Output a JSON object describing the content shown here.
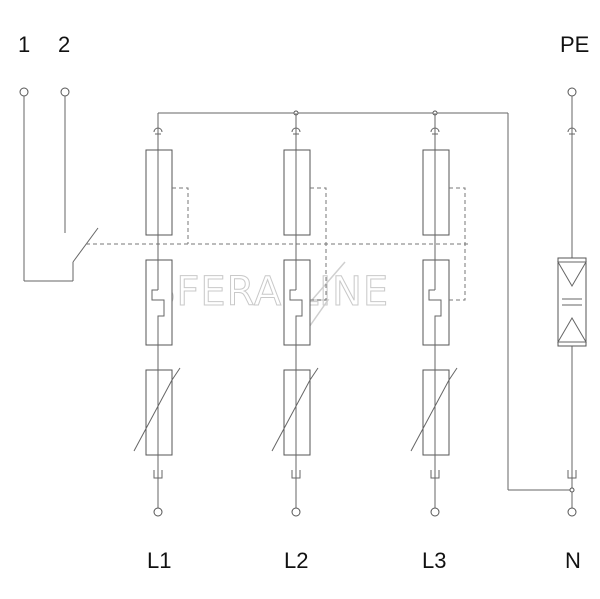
{
  "terminals": {
    "top_left": [
      "1",
      "2"
    ],
    "top_right": "PE",
    "bottom": [
      "L1",
      "L2",
      "L3",
      "N"
    ]
  },
  "watermark": "SFERA LINE",
  "colors": {
    "line": "#666666",
    "text": "#111111",
    "watermark": "#c9c9c9"
  }
}
